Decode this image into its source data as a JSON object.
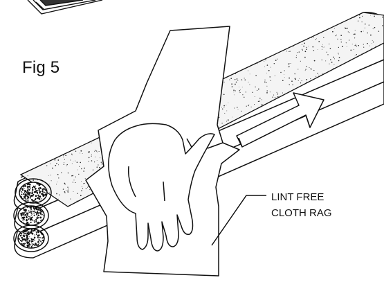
{
  "figure": {
    "label": "Fig 5"
  },
  "callout": {
    "line1": "LINT FREE",
    "line2": "CLOTH RAG"
  },
  "colors": {
    "ink": "#111111",
    "paper": "#ffffff",
    "speckle": "#2a2a2a"
  }
}
